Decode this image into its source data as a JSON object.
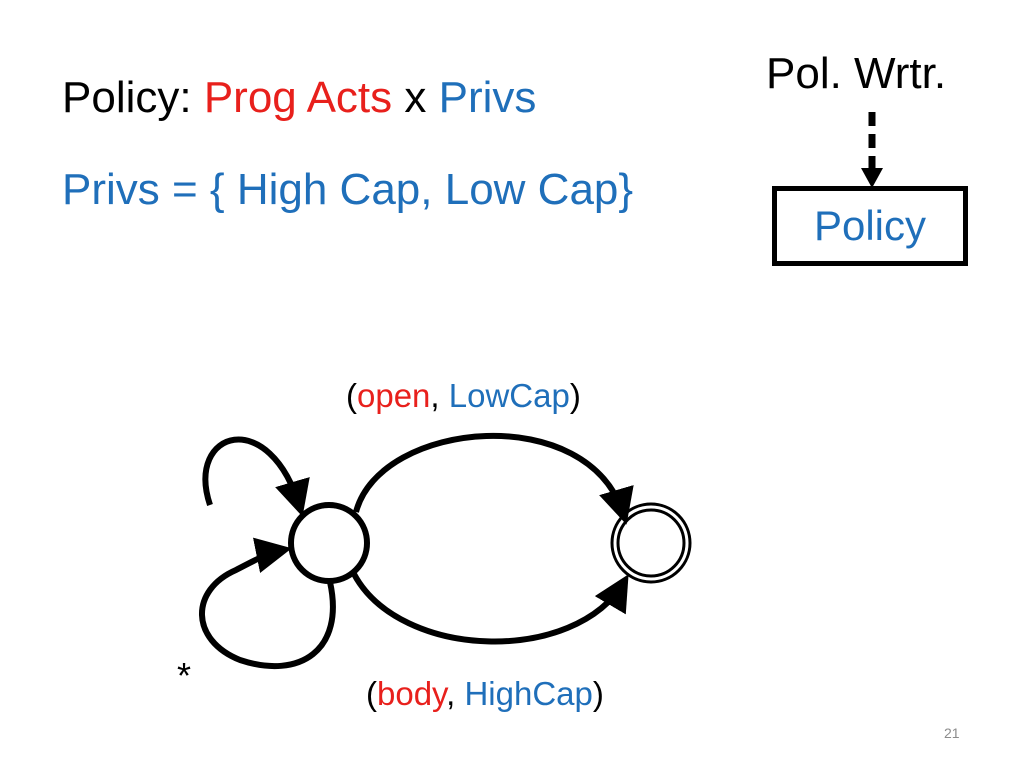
{
  "colors": {
    "red": "#e8201c",
    "blue": "#1f6fba",
    "black": "#000000",
    "page_number": "#8c8c8c"
  },
  "title": {
    "prefix": "Policy: ",
    "prog_acts": "Prog Acts",
    "x": " x ",
    "privs": "Privs"
  },
  "privs_def": "Privs = { High Cap, Low Cap}",
  "policy_writer": {
    "label": "Pol. Wrtr.",
    "box_label": "Policy"
  },
  "automaton": {
    "top_edge": {
      "open_paren": "(",
      "action": "open",
      "comma": ", ",
      "privilege": "LowCap",
      "close_paren": ")"
    },
    "bottom_edge": {
      "open_paren": "(",
      "action": "body",
      "comma": ", ",
      "privilege": "HighCap",
      "close_paren": ")"
    },
    "self_loop_label": "*"
  },
  "page_number": "21"
}
